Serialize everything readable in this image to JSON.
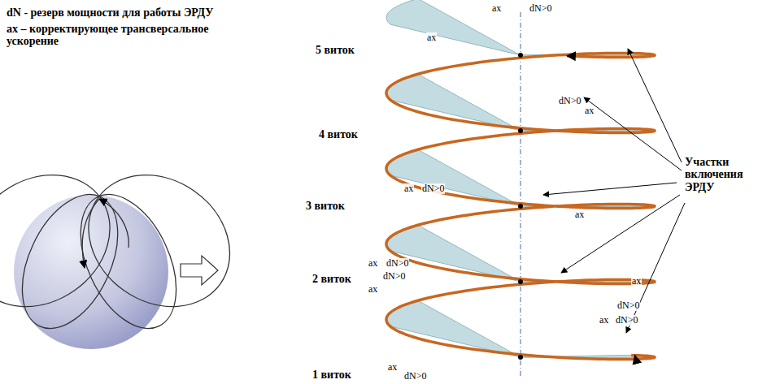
{
  "diagram": {
    "labels": [
      "dN - резерв мощности для работы ЭРДУ",
      "ax – корректирующее трансверсальное ускорение",
      "ax",
      "ax",
      "dN>0",
      "5 виток",
      "dN>0",
      "ax",
      "4 виток",
      "ax",
      "dN>0",
      "Участки включения ЭРДУ",
      "ax",
      "3 виток",
      "ax",
      "dN>0",
      "dN>0",
      "ax",
      "2 виток",
      "ax",
      "dN>0",
      "ax",
      "dN>0",
      "1 виток",
      "ax",
      "dN>0"
    ]
  }
}
